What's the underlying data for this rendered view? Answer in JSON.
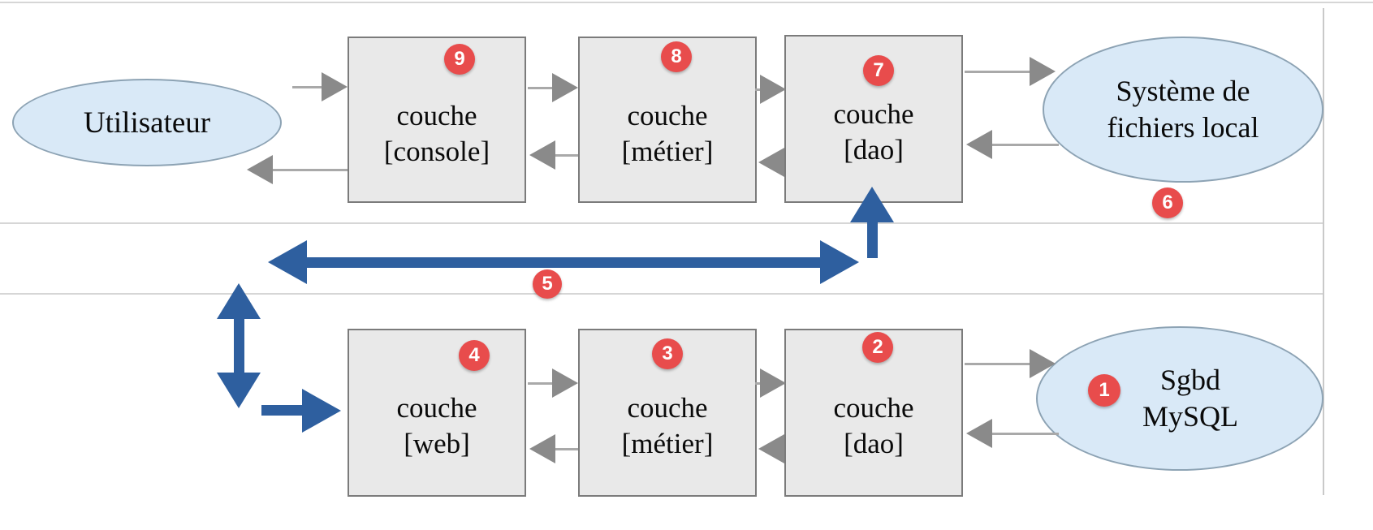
{
  "diagram": {
    "user_ellipse": {
      "label": "Utilisateur"
    },
    "top_row": [
      {
        "badge": "9",
        "line1": "couche",
        "line2": "[console]"
      },
      {
        "badge": "8",
        "line1": "couche",
        "line2": "[métier]"
      },
      {
        "badge": "7",
        "line1": "couche",
        "line2": "[dao]"
      }
    ],
    "filesystem_ellipse": {
      "line1": "Système de",
      "line2": "fichiers local"
    },
    "filesystem_badge": "6",
    "bottom_row": [
      {
        "badge": "4",
        "line1": "couche",
        "line2": "[web]"
      },
      {
        "badge": "3",
        "line1": "couche",
        "line2": "[métier]"
      },
      {
        "badge": "2",
        "line1": "couche",
        "line2": "[dao]"
      }
    ],
    "database_ellipse": {
      "badge": "1",
      "line1": "Sgbd",
      "line2": "MySQL"
    },
    "link_badge": "5",
    "colors": {
      "box_fill": "#e9e9e9",
      "box_border": "#7b7b7b",
      "ellipse_fill": "#d9e9f7",
      "ellipse_border": "#8da3b4",
      "badge_red": "#e84c4c",
      "gray_arrow": "#8a8a8a",
      "blue_arrow": "#2e5f9f",
      "guide_line": "#d6d6d6"
    }
  }
}
